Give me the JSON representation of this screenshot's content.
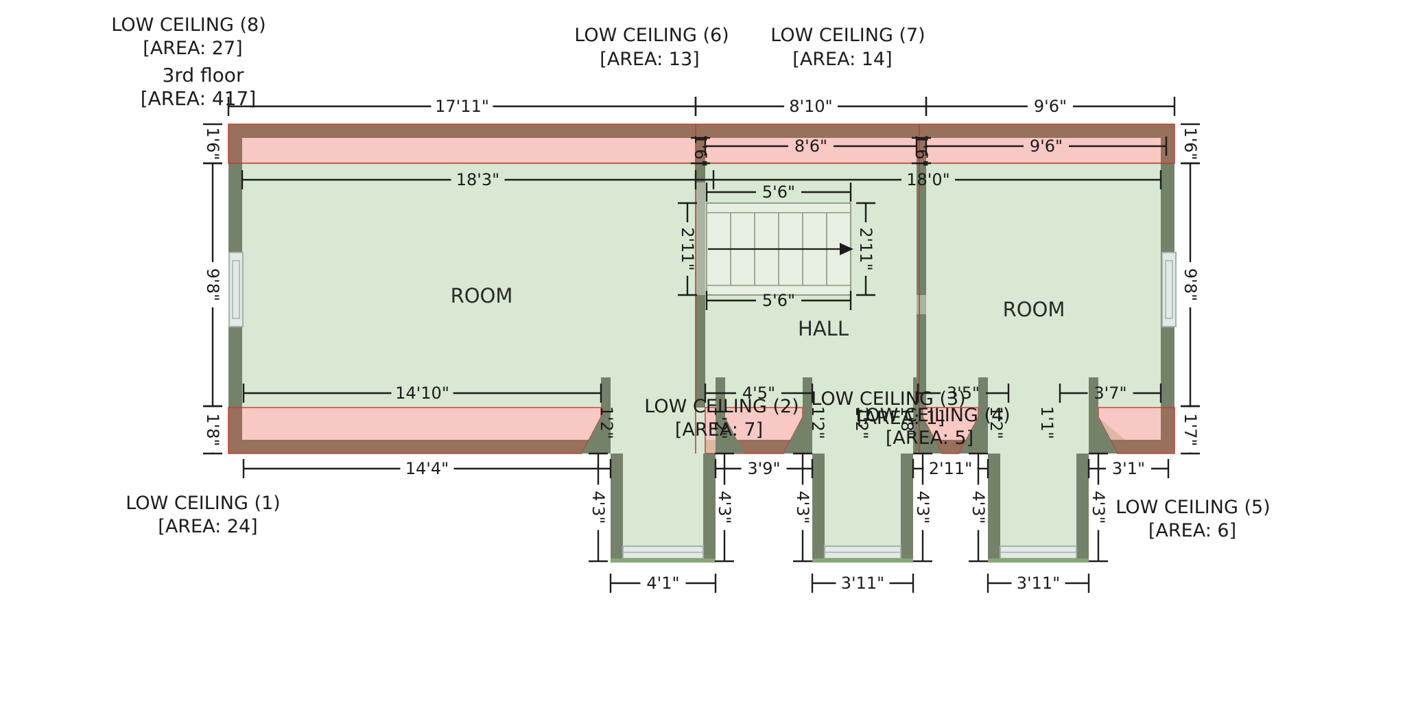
{
  "floor": {
    "title": "3rd floor",
    "area": "[AREA: 417]"
  },
  "rooms": {
    "room_left": "ROOM",
    "hall": "HALL",
    "room_right": "ROOM"
  },
  "low_ceilings": {
    "lc1": {
      "label": "LOW CEILING (1)",
      "area": "[AREA: 24]"
    },
    "lc2": {
      "label": "LOW CEILING (2)",
      "area": "[AREA: 7]"
    },
    "lc3": {
      "label": "LOW CEILING (3)",
      "area": "[AREA: 1]"
    },
    "lc4": {
      "label": "LOW CEILING (4)",
      "area": "[AREA: 5]"
    },
    "lc5": {
      "label": "LOW CEILING (5)",
      "area": "[AREA: 6]"
    },
    "lc6": {
      "label": "LOW CEILING (6)",
      "area": "[AREA: 13]"
    },
    "lc7": {
      "label": "LOW CEILING (7)",
      "area": "[AREA: 14]"
    },
    "lc8": {
      "label": "LOW CEILING (8)",
      "area": "[AREA: 27]"
    }
  },
  "dimensions": {
    "top_left": "17'11\"",
    "top_mid": "8'10\"",
    "top_right": "9'6\"",
    "hall_top": "8'6\"",
    "band_9_6": "9'6\"",
    "room_left_w": "18'3\"",
    "room_right_w": "18'0\"",
    "stairs_top": "5'6\"",
    "stairs_bottom": "5'6\"",
    "stairs_left": "2'11\"",
    "stairs_right": "2'11\"",
    "left_16": "1'6\"",
    "left_98": "9'8\"",
    "left_18": "1'8\"",
    "right_16": "1'6\"",
    "right_98": "9'8\"",
    "right_17": "1'7\"",
    "mid_16_a": "1'6\"",
    "mid_16_b": "1'6\"",
    "mid1": "14'10\"",
    "mid2": "4'5\"",
    "mid3": "3'5\"",
    "mid4": "3'7\"",
    "bot1": "14'4\"",
    "bot2": "3'9\"",
    "bot3": "2'11\"",
    "bot4": "3'1\"",
    "tab1_w": "4'1\"",
    "tab2_w": "3'11\"",
    "tab3_w": "3'11\"",
    "depth1": "4'3\"",
    "depth2": "4'3\"",
    "depth3": "4'3\"",
    "depth4": "4'3\"",
    "depth5": "4'3\"",
    "depth6": "4'3\"",
    "stub_a": "1'2\"",
    "stub_b": "1'2\"",
    "stub_c": "1'2\"",
    "stub_d": "1'2\"",
    "stub_e": "1'8\"",
    "stub_f": "1'2\"",
    "stub_g": "1'1\""
  },
  "colors": {
    "wall": "#75826a",
    "wall_light": "#a9b4a2",
    "floor": "#d8e8d2",
    "stair_fill": "#e7efe3",
    "stair_stroke": "#8a977f",
    "lc_overlay": "#e74c3c",
    "lc_border": "#c0392b",
    "window": "#e2e9e6",
    "window_frame": "#a3b2ac",
    "tab_sill": "#86a878",
    "dim": "#1c1c1c",
    "divider": "#cc3a2e"
  }
}
